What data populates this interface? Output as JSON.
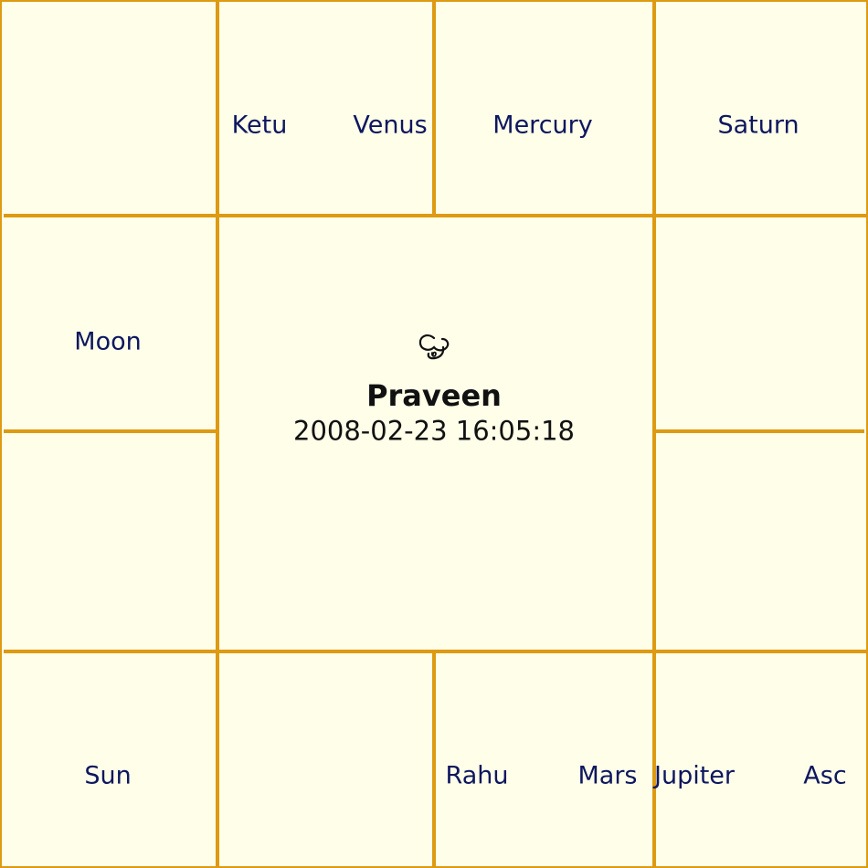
{
  "chart": {
    "style": "south-indian-rasi",
    "line_color": "#dd9a12",
    "background": "#fffee8",
    "text_color": "#0d1760",
    "center_symbol_icon": "tamil-om-icon",
    "name": "Praveen",
    "datetime": "2008-02-23 16:05:18",
    "houses": {
      "top_row_2": [
        "Ketu",
        "Venus"
      ],
      "top_row_3": [
        "Mercury"
      ],
      "top_row_4": [
        "Saturn"
      ],
      "left_upper": [
        "Moon"
      ],
      "bottom_row_1": [
        "Sun"
      ],
      "bottom_row_3": [
        "Rahu",
        "Mars"
      ],
      "bottom_row_4": [
        "Jupiter",
        "Asc"
      ]
    }
  }
}
